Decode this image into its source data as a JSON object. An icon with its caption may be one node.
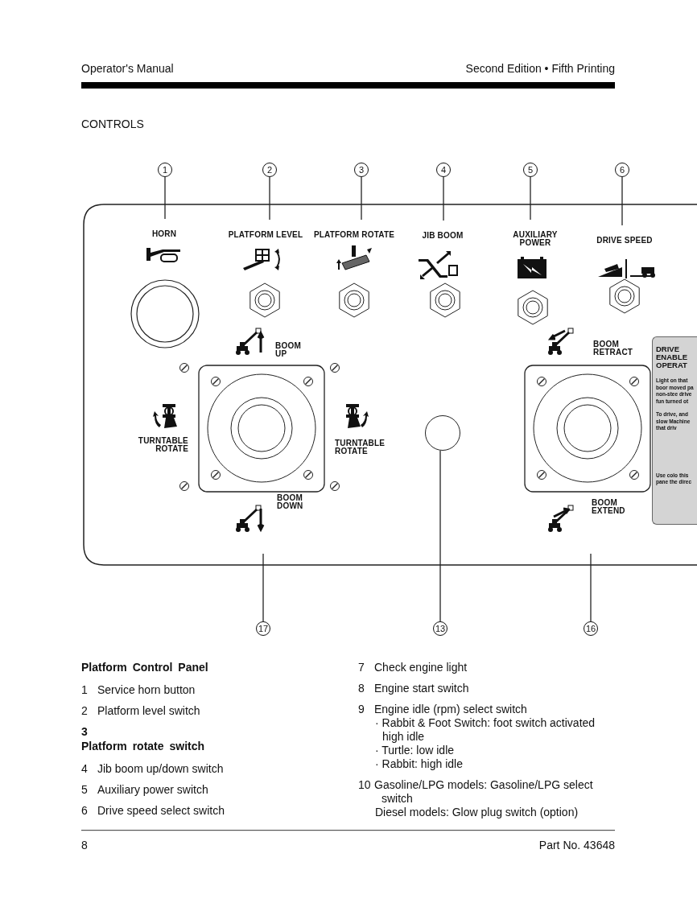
{
  "diagram": {
    "nodes": [
      {
        "text": [
          "1"
        ]
      },
      {
        "text": [
          "2"
        ]
      },
      {
        "text": [
          "3"
        ]
      },
      {
        "text": [
          "4"
        ]
      },
      {
        "text": [
          "5"
        ]
      },
      {
        "text": [
          "6"
        ]
      },
      {
        "text": [
          "HORN"
        ]
      },
      {
        "text": [
          "PLATFORM LEVEL"
        ]
      },
      {
        "text": [
          "PLATFORM ROTATE"
        ]
      },
      {
        "text": [
          "JIB BOOM"
        ]
      },
      {
        "text": [
          "AUXILIARY POWER"
        ]
      },
      {
        "text": [
          "DRIVE SPEED"
        ]
      },
      {
        "text": [
          "17"
        ]
      },
      {
        "text": [
          "13"
        ]
      },
      {
        "text": [
          "16"
        ]
      },
      {
        "text": [],
        "shape": "circle"
      },
      {
        "text": [
          "DRIVE ENABLE OPERAT",
          "Light on that boor moved pa non-stee drive fun turned ot",
          "To drive, and slow Machine that driv",
          "Use colo this pane the direc"
        ]
      }
    ],
    "edges": [
      {
        "from": 0,
        "to": 6,
        "arrow": "none"
      },
      {
        "from": 1,
        "to": 7,
        "arrow": "none"
      },
      {
        "from": 2,
        "to": 8,
        "arrow": "none"
      },
      {
        "from": 3,
        "to": 9,
        "arrow": "none"
      },
      {
        "from": 4,
        "to": 10,
        "arrow": "none"
      },
      {
        "from": 5,
        "to": 11,
        "arrow": "none"
      },
      {
        "from": 12,
        "to": null,
        "arrow": "none"
      },
      {
        "from": 13,
        "to": 15,
        "arrow": "none"
      },
      {
        "from": 14,
        "to": null,
        "arrow": "none"
      }
    ],
    "labels": [
      "Operator's Manual",
      "Second Edition • Fifth Printing",
      "CONTROLS",
      "BOOM UP",
      "TURNTABLE ROTATE",
      "TURNTABLE ROTATE",
      "BOOM DOWN",
      "BOOM RETRACT",
      "BOOM EXTEND",
      "Platform Control Panel",
      "1",
      "Service horn button",
      "2",
      "Platform level switch",
      "3",
      "Platform rotate switch",
      "4",
      "Jib boom up/down switch",
      "5",
      "Auxiliary power switch",
      "6",
      "Drive speed select switch",
      "7",
      "Check engine light",
      "8",
      "Engine start switch",
      "9",
      "Engine idle (rpm) select switch",
      "· Rabbit & Foot Switch: foot switch activated high idle",
      "· Turtle: low idle",
      "· Rabbit: high idle",
      "10",
      "Gasoline/LPG models: Gasoline/LPG select switch",
      "Diesel models: Glow plug switch (option)",
      "8",
      "Part No. 43648"
    ]
  }
}
